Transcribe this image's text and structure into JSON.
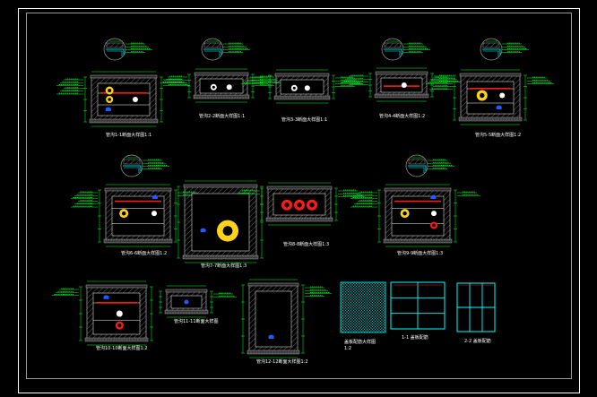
{
  "colors": {
    "background": "#000000",
    "frame": "#ffffff",
    "wall": "#9a9a9a",
    "hatch": "#6f6f6f",
    "green": "#00ff2a",
    "cyan": "#00ffff",
    "yellow": "#ffd21a",
    "red": "#ff1a1a",
    "blue": "#1e5cff",
    "white": "#ffffff"
  },
  "labels": {
    "A1": "管沟1-1断面大样图1:1",
    "A2": "管沟2-2断面大样图1:1",
    "A3": "管沟3-3断面大样图1:1",
    "A4": "管沟4-4断面大样图1:2",
    "A5": "管沟5-5断面大样图1:2",
    "B1": "管沟6-6断面大样图1:2",
    "B2": "管沟7-7断面大样图1:3",
    "B3": "管沟8-8断面大样图1:3",
    "B4": "管沟9-9断面大样图1:3",
    "C1": "管沟10-10断面大样图1:2",
    "C2": "管沟11-11断面大样图",
    "C3": "管沟12-12断面大样图1:2",
    "P1": "盖板配筋大样图",
    "P1b": "1:2",
    "P2": "1-1 盖板配筋",
    "P3": "2-2 盖板配筋"
  }
}
